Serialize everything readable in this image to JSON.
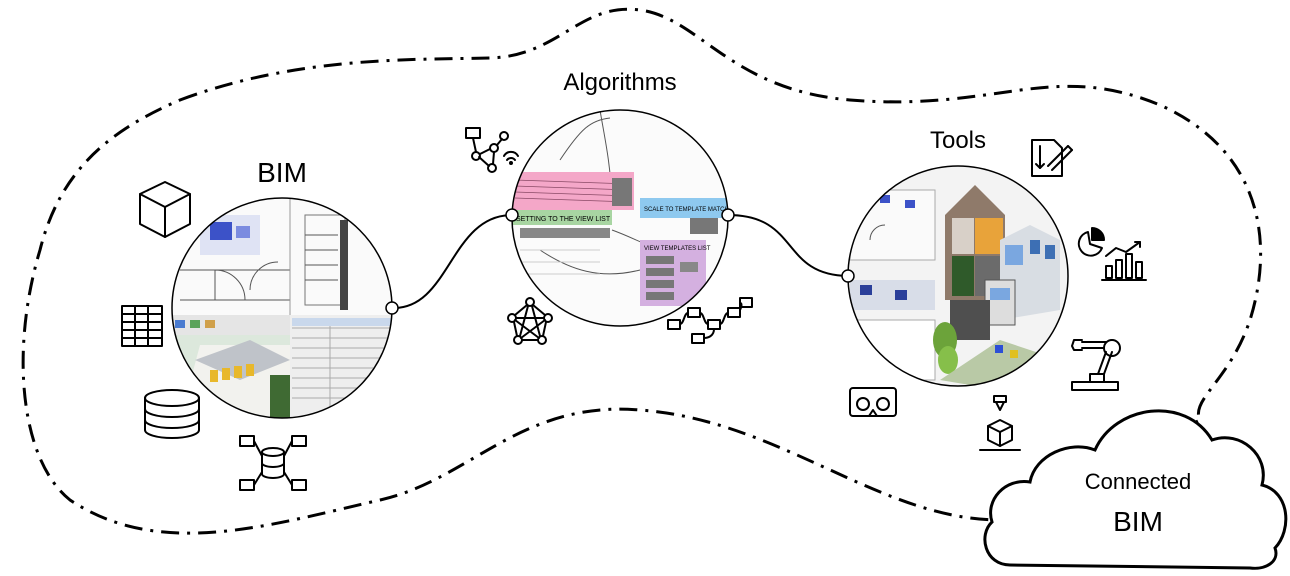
{
  "labels": {
    "bim": "BIM",
    "algorithms": "Algorithms",
    "tools": "Tools",
    "cloud_line1": "Connected",
    "cloud_line2": "BIM"
  },
  "algorithm_screenshot": {
    "node_a": "SETTING TO THE VIEW LIST",
    "node_b": "SCALE TO TEMPLATE MATCHING",
    "node_c": "VIEW TEMPLATES LIST"
  },
  "colors": {
    "pink_group": "#f4a7c8",
    "blue_group": "#8ec9ef",
    "purple_group": "#d4b0e0",
    "green_group": "#a8d5a2",
    "building_orange": "#e8a33a",
    "building_blue": "#7aa7e0"
  }
}
